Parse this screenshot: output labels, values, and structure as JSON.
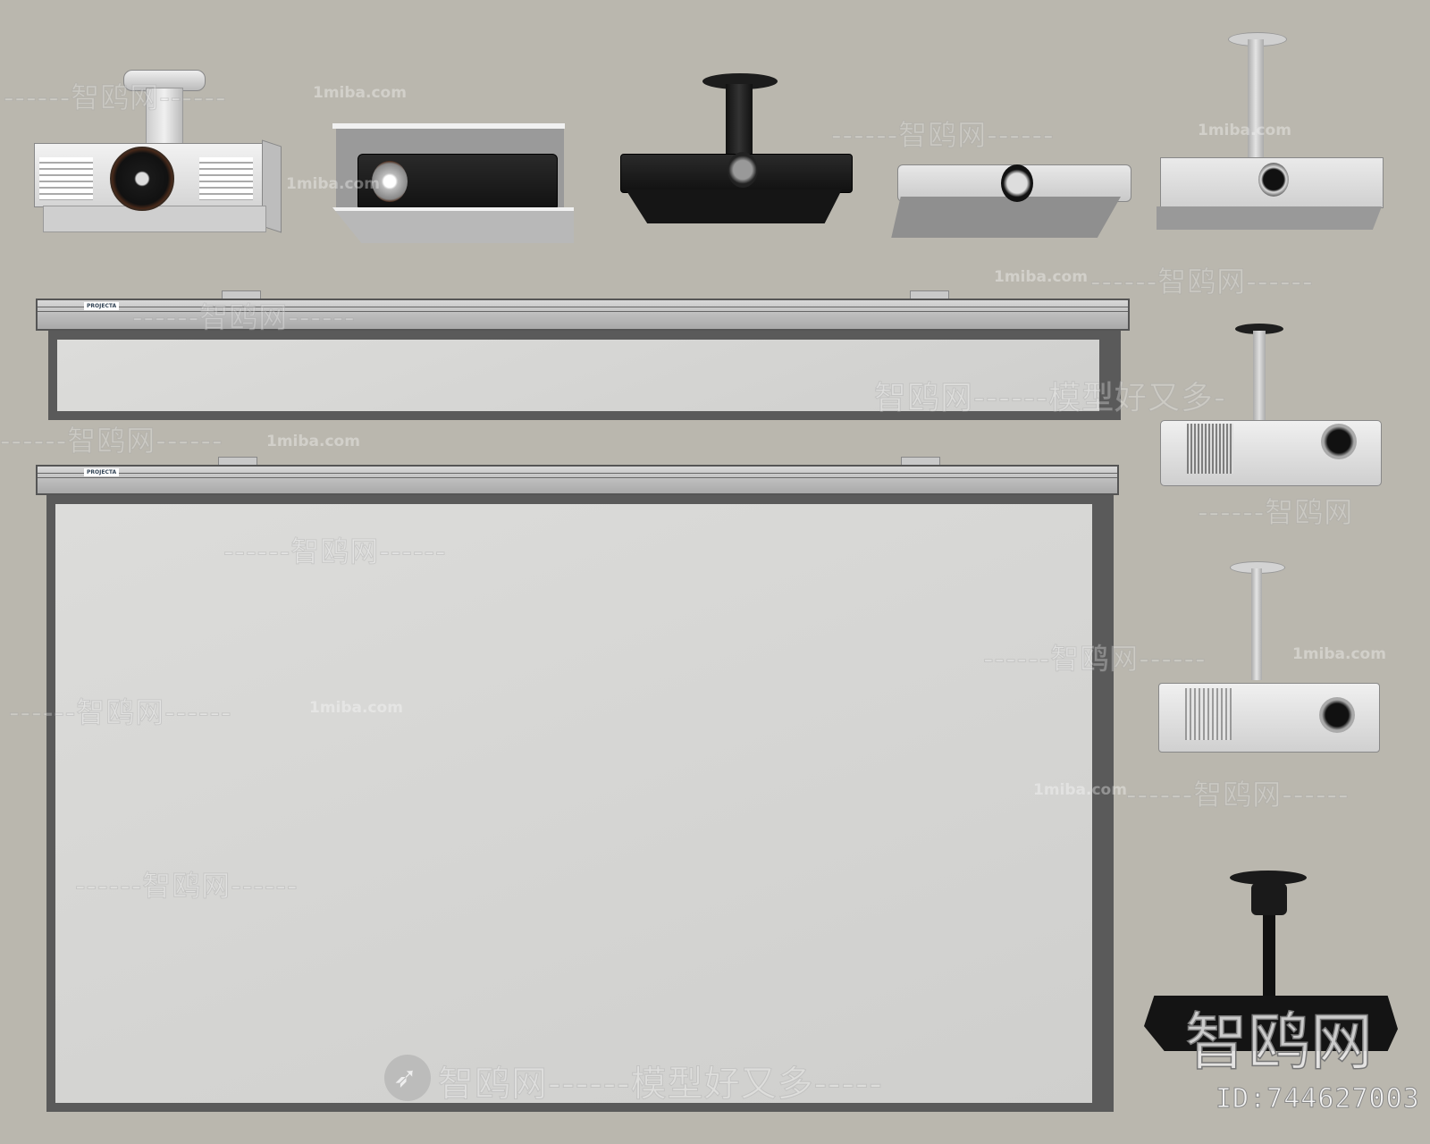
{
  "scene": {
    "description": "3D model preview sheet of ceiling-mounted projectors and projection screens",
    "background_color": "#bab7ae"
  },
  "projectors": [
    {
      "id": "projector-1",
      "color": "white",
      "mount": "short-ceiling-mount"
    },
    {
      "id": "projector-2",
      "color": "black",
      "mount": "ceiling-box-enclosure"
    },
    {
      "id": "projector-3",
      "color": "black",
      "mount": "short-ceiling-mount"
    },
    {
      "id": "projector-4",
      "color": "light-gray",
      "mount": "none"
    },
    {
      "id": "projector-5",
      "color": "light-gray",
      "mount": "long-pole-mount"
    },
    {
      "id": "projector-6",
      "color": "light-gray",
      "mount": "pole-mount"
    },
    {
      "id": "projector-7",
      "color": "light-gray",
      "mount": "long-pole-mount"
    },
    {
      "id": "projector-8",
      "color": "black",
      "mount": "long-pole-mount"
    }
  ],
  "screens": [
    {
      "id": "screen-retracted",
      "brand_label": "PROJECTA"
    },
    {
      "id": "screen-extended",
      "brand_label": "PROJECTA"
    }
  ],
  "watermarks": {
    "site_cn": "智鸥网",
    "site_url": "1miba.com",
    "dashes": "------",
    "slogan": "智鸥网------模型好又多-----",
    "slogan_mid": "智鸥网------模型好又多-",
    "big_logo": "智鸥网",
    "id_label": "ID:744627003"
  }
}
